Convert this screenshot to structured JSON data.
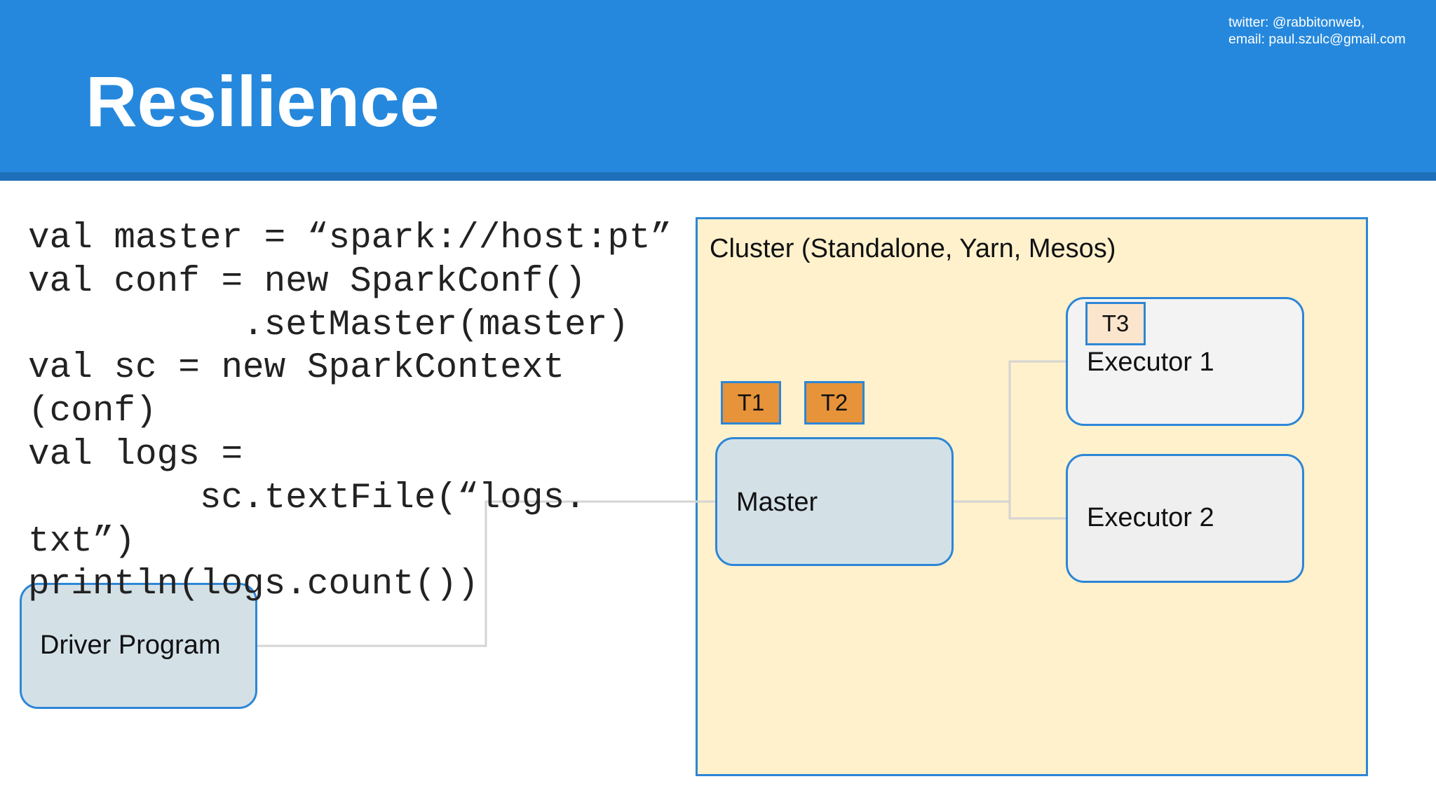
{
  "slide": {
    "title": "Resilience",
    "contact": {
      "twitter": "twitter: @rabbitonweb,",
      "email": "email: paul.szulc@gmail.com"
    }
  },
  "code": {
    "lines": [
      "val master = “spark://host:pt”",
      "val conf = new SparkConf()",
      "          .setMaster(master)",
      "val sc = new SparkContext",
      "(conf)",
      "val logs =",
      "        sc.textFile(“logs.",
      "txt”)",
      "println(logs.count())"
    ]
  },
  "diagram": {
    "cluster_label": "Cluster (Standalone, Yarn, Mesos)",
    "driver_label": "Driver Program",
    "master_label": "Master",
    "executor1_label": "Executor 1",
    "executor2_label": "Executor 2",
    "tasks": {
      "t1": "T1",
      "t2": "T2",
      "t3": "T3"
    },
    "colors": {
      "header": "#2588dd",
      "box_border": "#2d86d6",
      "cluster_fill": "#fff1cc",
      "task_fill": "#e69339",
      "task_light_fill": "#fce5cd",
      "connector": "#d4d4d4"
    }
  }
}
